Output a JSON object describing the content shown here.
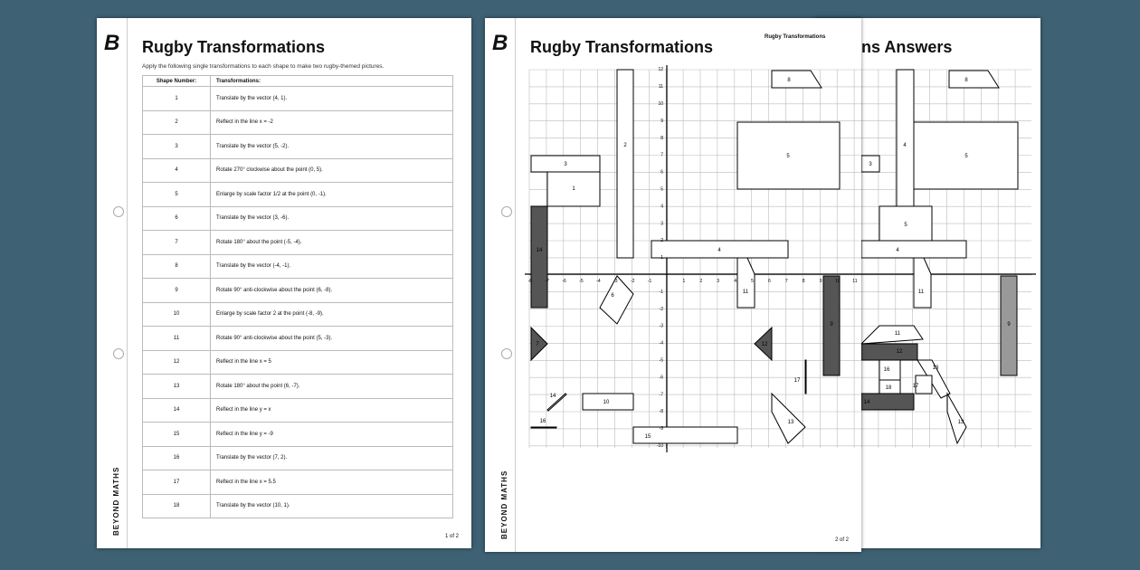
{
  "page1": {
    "logo": "B",
    "brand": "BEYOND MATHS",
    "title": "Rugby Transformations",
    "instructions": "Apply the following single transformations to each shape to make two rugby-themed pictures.",
    "headers": [
      "Shape Number:",
      "Transformations:"
    ],
    "rows": [
      {
        "n": "1",
        "t": "Translate by the vector (4, 1)."
      },
      {
        "n": "2",
        "t": "Reflect in the line x = -2"
      },
      {
        "n": "3",
        "t": "Translate by the vector (5, -2)."
      },
      {
        "n": "4",
        "t": "Rotate 270° clockwise about the point (0, 5)."
      },
      {
        "n": "5",
        "t": "Enlarge by scale factor 1/2 at the point (0, -1)."
      },
      {
        "n": "6",
        "t": "Translate by the vector (3, -6)."
      },
      {
        "n": "7",
        "t": "Rotate 180° about the point (-5, -4)."
      },
      {
        "n": "8",
        "t": "Translate by the vector (-4, -1)."
      },
      {
        "n": "9",
        "t": "Rotate 90° anti-clockwise about the point (6, -8)."
      },
      {
        "n": "10",
        "t": "Enlarge by scale factor 2 at the point (-8, -9)."
      },
      {
        "n": "11",
        "t": "Rotate 90° anti-clockwise about the point (5, -3)."
      },
      {
        "n": "12",
        "t": "Reflect in the line x = 5"
      },
      {
        "n": "13",
        "t": "Rotate 180° about the point (6, -7)."
      },
      {
        "n": "14",
        "t": "Reflect in the line y = x"
      },
      {
        "n": "15",
        "t": "Reflect in the line y = -9"
      },
      {
        "n": "16",
        "t": "Translate by the vector (7, 2)."
      },
      {
        "n": "17",
        "t": "Reflect in the line x = 5.5"
      },
      {
        "n": "18",
        "t": "Translate by the vector (10, 1)."
      }
    ],
    "page_num": "1 of 2"
  },
  "page2": {
    "logo": "B",
    "brand": "BEYOND MATHS",
    "title": "Rugby Transformations",
    "header_small": "Rugby Transformations",
    "page_num": "2 of 2",
    "shape_labels": [
      "1",
      "2",
      "3",
      "4",
      "5",
      "6",
      "7",
      "8",
      "9",
      "10",
      "11",
      "12",
      "13",
      "14",
      "15",
      "16",
      "17",
      "14"
    ]
  },
  "page3": {
    "title_fragment": "ns Answers",
    "shape_labels": [
      "4",
      "8",
      "5",
      "3",
      "5",
      "4",
      "11",
      "9",
      "11",
      "12",
      "13",
      "16",
      "18",
      "17",
      "13",
      "14"
    ]
  }
}
